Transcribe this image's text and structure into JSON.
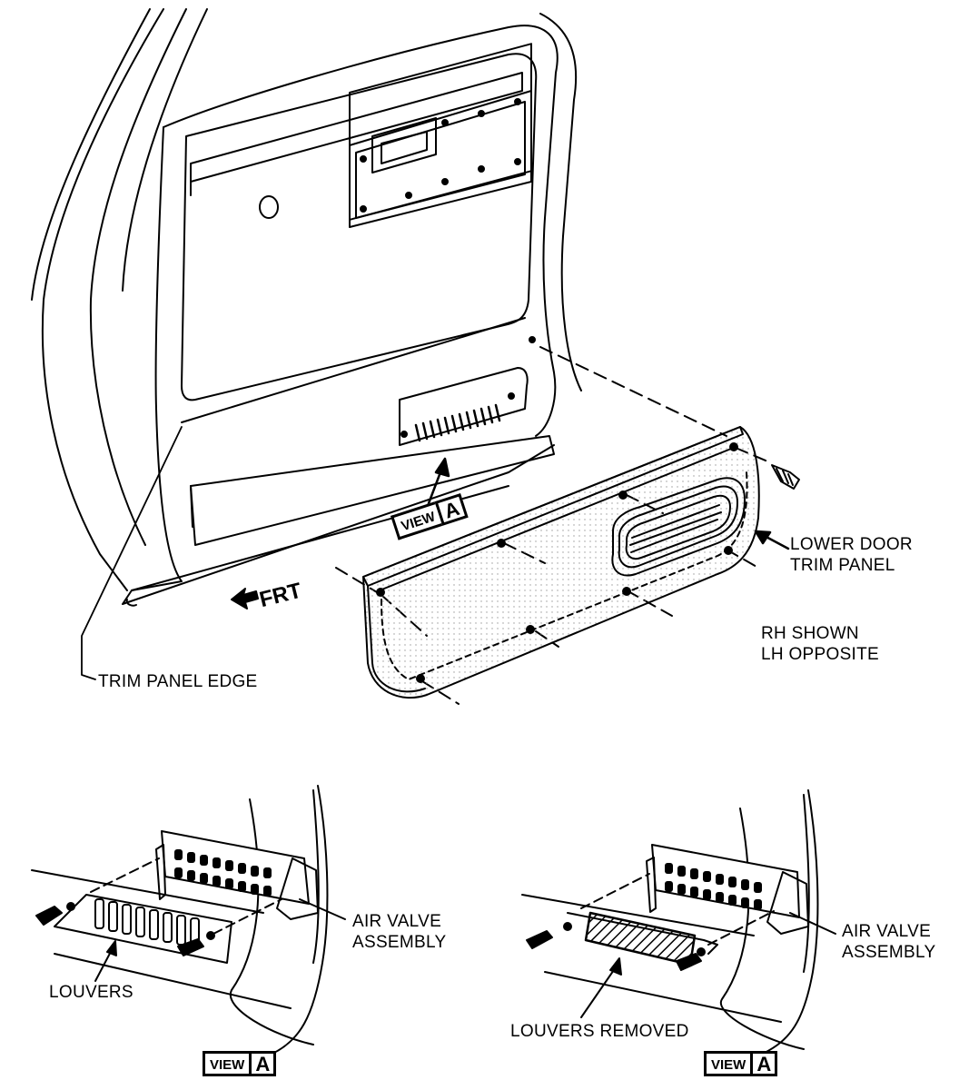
{
  "labels": {
    "lower_door_trim_panel": [
      "LOWER DOOR",
      "TRIM PANEL"
    ],
    "rh_shown": [
      "RH SHOWN",
      "LH OPPOSITE"
    ],
    "trim_panel_edge": "TRIM PANEL EDGE",
    "frt": "FRT",
    "louvers": "LOUVERS",
    "louvers_removed": "LOUVERS REMOVED",
    "air_valve_assembly": [
      "AIR VALVE",
      "ASSEMBLY"
    ]
  },
  "view_tags": [
    {
      "word": "VIEW",
      "letter": "A"
    },
    {
      "word": "VIEW",
      "letter": "A"
    },
    {
      "word": "VIEW",
      "letter": "A"
    }
  ],
  "colors": {
    "ink": "#000000",
    "paper": "#ffffff"
  }
}
